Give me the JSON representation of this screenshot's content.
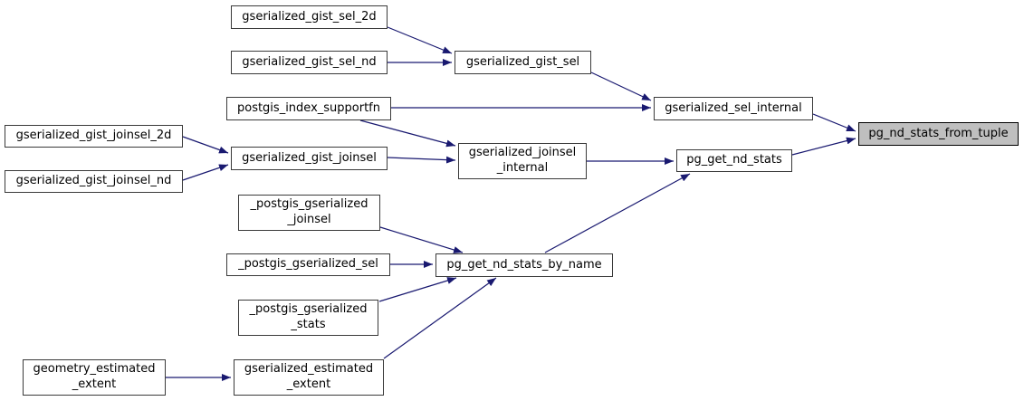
{
  "diagram": {
    "kind": "call-graph",
    "edge_color": "#191970",
    "highlight_fill": "#bfbfbf",
    "nodes": [
      {
        "id": "gserialized_gist_sel_2d",
        "label": "gserialized_gist_sel_2d",
        "highlighted": false
      },
      {
        "id": "gserialized_gist_sel_nd",
        "label": "gserialized_gist_sel_nd",
        "highlighted": false
      },
      {
        "id": "gserialized_gist_sel",
        "label": "gserialized_gist_sel",
        "highlighted": false
      },
      {
        "id": "postgis_index_supportfn",
        "label": "postgis_index_supportfn",
        "highlighted": false
      },
      {
        "id": "gserialized_sel_internal",
        "label": "gserialized_sel_internal",
        "highlighted": false
      },
      {
        "id": "pg_nd_stats_from_tuple",
        "label": "pg_nd_stats_from_tuple",
        "highlighted": true
      },
      {
        "id": "gserialized_gist_joinsel_2d",
        "label": "gserialized_gist_joinsel_2d",
        "highlighted": false
      },
      {
        "id": "gserialized_gist_joinsel_nd",
        "label": "gserialized_gist_joinsel_nd",
        "highlighted": false
      },
      {
        "id": "gserialized_gist_joinsel",
        "label": "gserialized_gist_joinsel",
        "highlighted": false
      },
      {
        "id": "gserialized_joinsel_internal",
        "label": "gserialized_joinsel\n_internal",
        "highlighted": false
      },
      {
        "id": "pg_get_nd_stats",
        "label": "pg_get_nd_stats",
        "highlighted": false
      },
      {
        "id": "_postgis_gserialized_joinsel",
        "label": "_postgis_gserialized\n_joinsel",
        "highlighted": false
      },
      {
        "id": "_postgis_gserialized_sel",
        "label": "_postgis_gserialized_sel",
        "highlighted": false
      },
      {
        "id": "pg_get_nd_stats_by_name",
        "label": "pg_get_nd_stats_by_name",
        "highlighted": false
      },
      {
        "id": "_postgis_gserialized_stats",
        "label": "_postgis_gserialized\n_stats",
        "highlighted": false
      },
      {
        "id": "gserialized_estimated_extent",
        "label": "gserialized_estimated\n_extent",
        "highlighted": false
      },
      {
        "id": "geometry_estimated_extent",
        "label": "geometry_estimated\n_extent",
        "highlighted": false
      }
    ],
    "edges": [
      {
        "from": "gserialized_gist_sel_2d",
        "to": "gserialized_gist_sel"
      },
      {
        "from": "gserialized_gist_sel_nd",
        "to": "gserialized_gist_sel"
      },
      {
        "from": "gserialized_gist_sel",
        "to": "gserialized_sel_internal"
      },
      {
        "from": "postgis_index_supportfn",
        "to": "gserialized_sel_internal"
      },
      {
        "from": "postgis_index_supportfn",
        "to": "gserialized_joinsel_internal"
      },
      {
        "from": "gserialized_gist_joinsel_2d",
        "to": "gserialized_gist_joinsel"
      },
      {
        "from": "gserialized_gist_joinsel_nd",
        "to": "gserialized_gist_joinsel"
      },
      {
        "from": "gserialized_gist_joinsel",
        "to": "gserialized_joinsel_internal"
      },
      {
        "from": "gserialized_joinsel_internal",
        "to": "pg_get_nd_stats"
      },
      {
        "from": "gserialized_sel_internal",
        "to": "pg_nd_stats_from_tuple"
      },
      {
        "from": "pg_get_nd_stats",
        "to": "pg_nd_stats_from_tuple"
      },
      {
        "from": "_postgis_gserialized_joinsel",
        "to": "pg_get_nd_stats_by_name"
      },
      {
        "from": "_postgis_gserialized_sel",
        "to": "pg_get_nd_stats_by_name"
      },
      {
        "from": "_postgis_gserialized_stats",
        "to": "pg_get_nd_stats_by_name"
      },
      {
        "from": "gserialized_estimated_extent",
        "to": "pg_get_nd_stats_by_name"
      },
      {
        "from": "pg_get_nd_stats_by_name",
        "to": "pg_get_nd_stats"
      },
      {
        "from": "geometry_estimated_extent",
        "to": "gserialized_estimated_extent"
      }
    ]
  }
}
